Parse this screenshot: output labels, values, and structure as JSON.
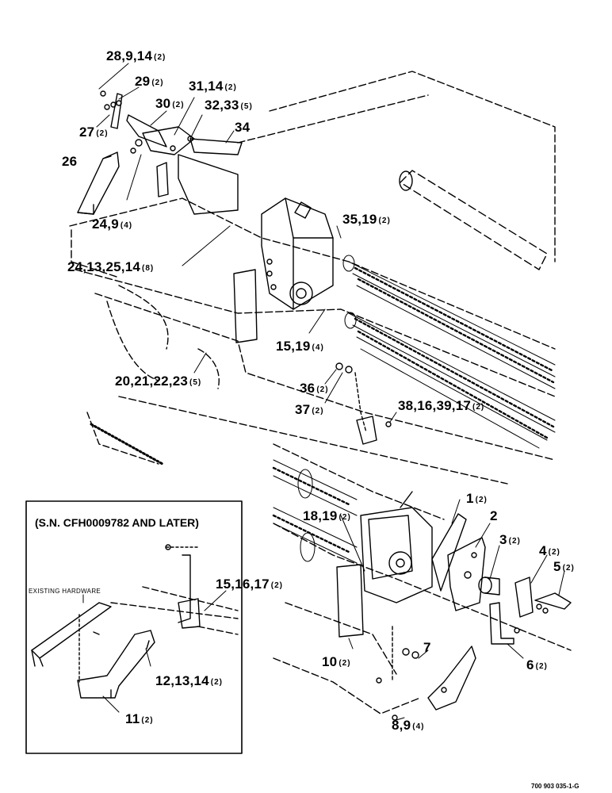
{
  "inset": {
    "title": "(S.N. CFH0009782 AND LATER)",
    "existing_hardware": "EXISTING HARDWARE"
  },
  "figure_number": "700 903 035-1-G",
  "callouts": [
    {
      "id": "c28",
      "text": "28,9,14",
      "qty": "(2)"
    },
    {
      "id": "c29",
      "text": "29",
      "qty": "(2)"
    },
    {
      "id": "c31",
      "text": "31,14",
      "qty": "(2)"
    },
    {
      "id": "c30",
      "text": "30",
      "qty": "(2)"
    },
    {
      "id": "c32",
      "text": "32,33",
      "qty": "(5)"
    },
    {
      "id": "c34",
      "text": "34",
      "qty": ""
    },
    {
      "id": "c27",
      "text": "27",
      "qty": "(2)"
    },
    {
      "id": "c26",
      "text": "26",
      "qty": ""
    },
    {
      "id": "c24a",
      "text": "24,9",
      "qty": "(4)"
    },
    {
      "id": "c35",
      "text": "35,19",
      "qty": "(2)"
    },
    {
      "id": "c24b",
      "text": "24,13,25,14",
      "qty": "(8)"
    },
    {
      "id": "c15a",
      "text": "15,19",
      "qty": "(4)"
    },
    {
      "id": "c20",
      "text": "20,21,22,23",
      "qty": "(5)"
    },
    {
      "id": "c36",
      "text": "36",
      "qty": "(2)"
    },
    {
      "id": "c37",
      "text": "37",
      "qty": "(2)"
    },
    {
      "id": "c38",
      "text": "38,16,39,17",
      "qty": "(2)"
    },
    {
      "id": "c1",
      "text": "1",
      "qty": "(2)"
    },
    {
      "id": "c18",
      "text": "18,19",
      "qty": "(2)"
    },
    {
      "id": "c2",
      "text": "2",
      "qty": ""
    },
    {
      "id": "c3",
      "text": "3",
      "qty": "(2)"
    },
    {
      "id": "c4",
      "text": "4",
      "qty": "(2)"
    },
    {
      "id": "c5",
      "text": "5",
      "qty": "(2)"
    },
    {
      "id": "c15b",
      "text": "15,16,17",
      "qty": "(2)"
    },
    {
      "id": "c7",
      "text": "7",
      "qty": ""
    },
    {
      "id": "c6",
      "text": "6",
      "qty": "(2)"
    },
    {
      "id": "c10",
      "text": "10",
      "qty": "(2)"
    },
    {
      "id": "c12",
      "text": "12,13,14",
      "qty": "(2)"
    },
    {
      "id": "c11",
      "text": "11",
      "qty": "(2)"
    },
    {
      "id": "c8",
      "text": "8,9",
      "qty": "(4)"
    }
  ]
}
